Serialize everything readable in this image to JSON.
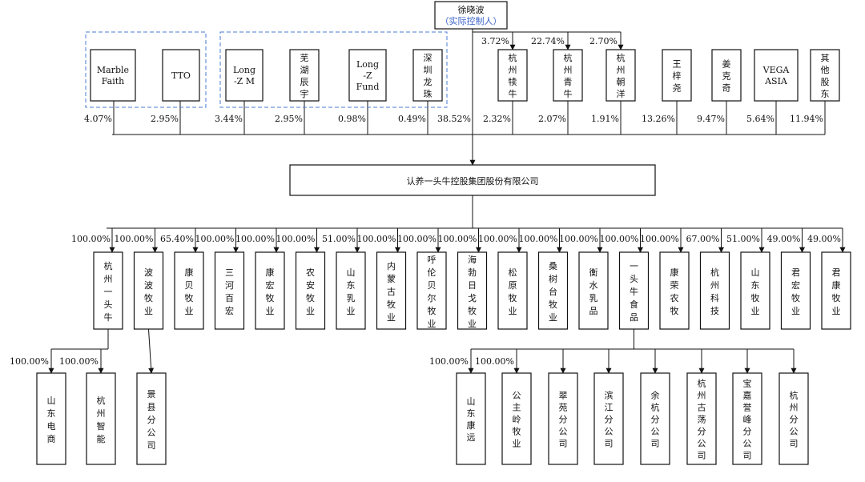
{
  "controller": {
    "name": "徐晓波",
    "role": "（实际控制人）"
  },
  "company": "认养一头牛控股集团股份有限公司",
  "controller_to_company_pct": "38.52%",
  "controller_holdings": [
    {
      "name": "杭州犊牛",
      "pct": "3.72%"
    },
    {
      "name": "杭州青牛",
      "pct": "22.74%"
    },
    {
      "name": "杭州朝洋",
      "pct": "2.70%"
    }
  ],
  "shareholders": [
    {
      "name": "Marble Faith",
      "pct": "4.07%"
    },
    {
      "name": "TTO",
      "pct": "2.95%"
    },
    {
      "name": "Long-Z M",
      "pct": "3.44%"
    },
    {
      "name": "芜湖辰宇",
      "pct": "2.95%"
    },
    {
      "name": "Long-Z Fund",
      "pct": "0.98%"
    },
    {
      "name": "深圳龙珠",
      "pct": "0.49%"
    },
    {
      "name": "杭州犊牛",
      "pct": "2.32%"
    },
    {
      "name": "杭州青牛",
      "pct": "2.07%"
    },
    {
      "name": "杭州朝洋",
      "pct": "1.91%"
    },
    {
      "name": "王梓尧",
      "pct": "13.26%"
    },
    {
      "name": "姜克奇",
      "pct": "9.47%"
    },
    {
      "name": "VEGA ASIA",
      "pct": "5.64%"
    },
    {
      "name": "其他股东",
      "pct": "11.94%"
    }
  ],
  "subsidiaries": [
    {
      "name": "杭州一头牛",
      "pct": "100.00%"
    },
    {
      "name": "波波牧业",
      "pct": "100.00%"
    },
    {
      "name": "康贝牧业",
      "pct": "65.40%"
    },
    {
      "name": "三河百宏",
      "pct": "100.00%"
    },
    {
      "name": "康宏牧业",
      "pct": "100.00%"
    },
    {
      "name": "农安牧业",
      "pct": "100.00%"
    },
    {
      "name": "山东乳业",
      "pct": "51.00%"
    },
    {
      "name": "内蒙古牧业",
      "pct": "100.00%"
    },
    {
      "name": "呼伦贝尔牧业",
      "pct": "100.00%"
    },
    {
      "name": "海勃日戈牧业",
      "pct": "100.00%"
    },
    {
      "name": "松原牧业",
      "pct": "100.00%"
    },
    {
      "name": "桑树台牧业",
      "pct": "100.00%"
    },
    {
      "name": "衡水乳品",
      "pct": "100.00%"
    },
    {
      "name": "一头牛食品",
      "pct": "100.00%"
    },
    {
      "name": "康荣农牧",
      "pct": "100.00%"
    },
    {
      "name": "杭州科技",
      "pct": "67.00%"
    },
    {
      "name": "山东牧业",
      "pct": "51.00%"
    },
    {
      "name": "君宏牧业",
      "pct": "49.00%"
    },
    {
      "name": "君康牧业",
      "pct": "49.00%"
    }
  ],
  "hangzhou_subs": [
    {
      "name": "山东电商",
      "pct": "100.00%"
    },
    {
      "name": "杭州智能",
      "pct": "100.00%"
    }
  ],
  "bobo_branch": {
    "name": "景县分公司"
  },
  "food_subs": [
    {
      "name": "山东康远",
      "pct": "100.00%"
    },
    {
      "name": "公主岭牧业",
      "pct": "100.00%"
    },
    {
      "name": "翠苑分公司",
      "pct": ""
    },
    {
      "name": "滨江分公司",
      "pct": ""
    },
    {
      "name": "余杭分公司",
      "pct": ""
    },
    {
      "name": "杭州古荡分公司",
      "pct": ""
    },
    {
      "name": "宝嘉誉峰分公司",
      "pct": ""
    },
    {
      "name": "杭州分公司",
      "pct": ""
    }
  ]
}
